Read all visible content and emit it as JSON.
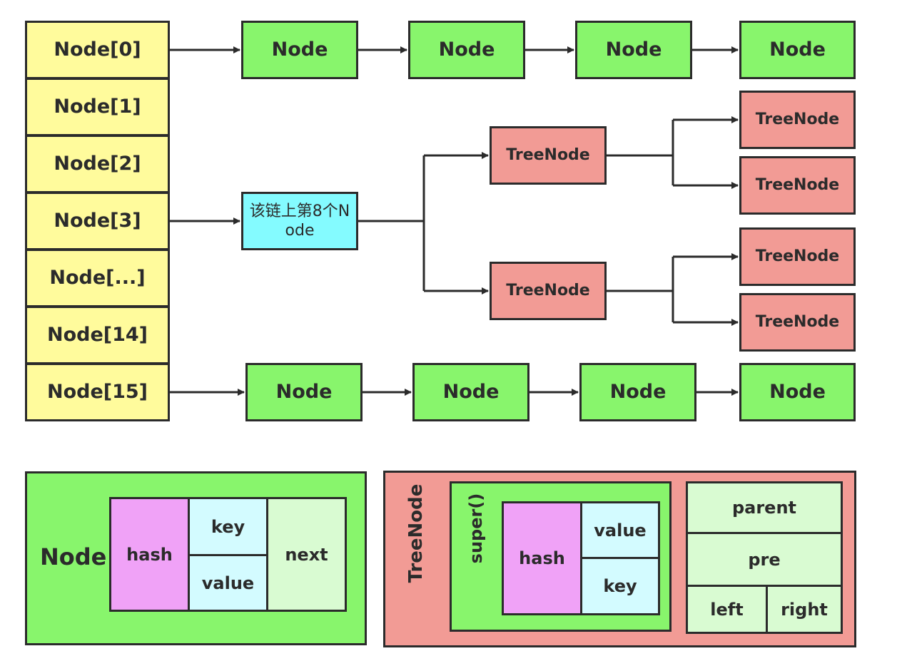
{
  "array": [
    "Node[0]",
    "Node[1]",
    "Node[2]",
    "Node[3]",
    "Node[...]",
    "Node[14]",
    "Node[15]"
  ],
  "node_label": "Node",
  "treenode_label": "TreeNode",
  "eighth_node": "该链上第8个Node",
  "legend": {
    "node": {
      "title": "Node",
      "hash": "hash",
      "key": "key",
      "value": "value",
      "next": "next"
    },
    "treenode": {
      "title": "TreeNode",
      "super": "super()",
      "hash": "hash",
      "value": "value",
      "key": "key",
      "parent": "parent",
      "pre": "pre",
      "left": "left",
      "right": "right"
    }
  },
  "colors": {
    "array": "#fffb9c",
    "node": "#88f56c",
    "treenode": "#f29b95",
    "highlight": "#84fbff",
    "hash": "#f0a2f7",
    "field_cyan": "#d3fbff",
    "field_green": "#d9fbd2"
  }
}
